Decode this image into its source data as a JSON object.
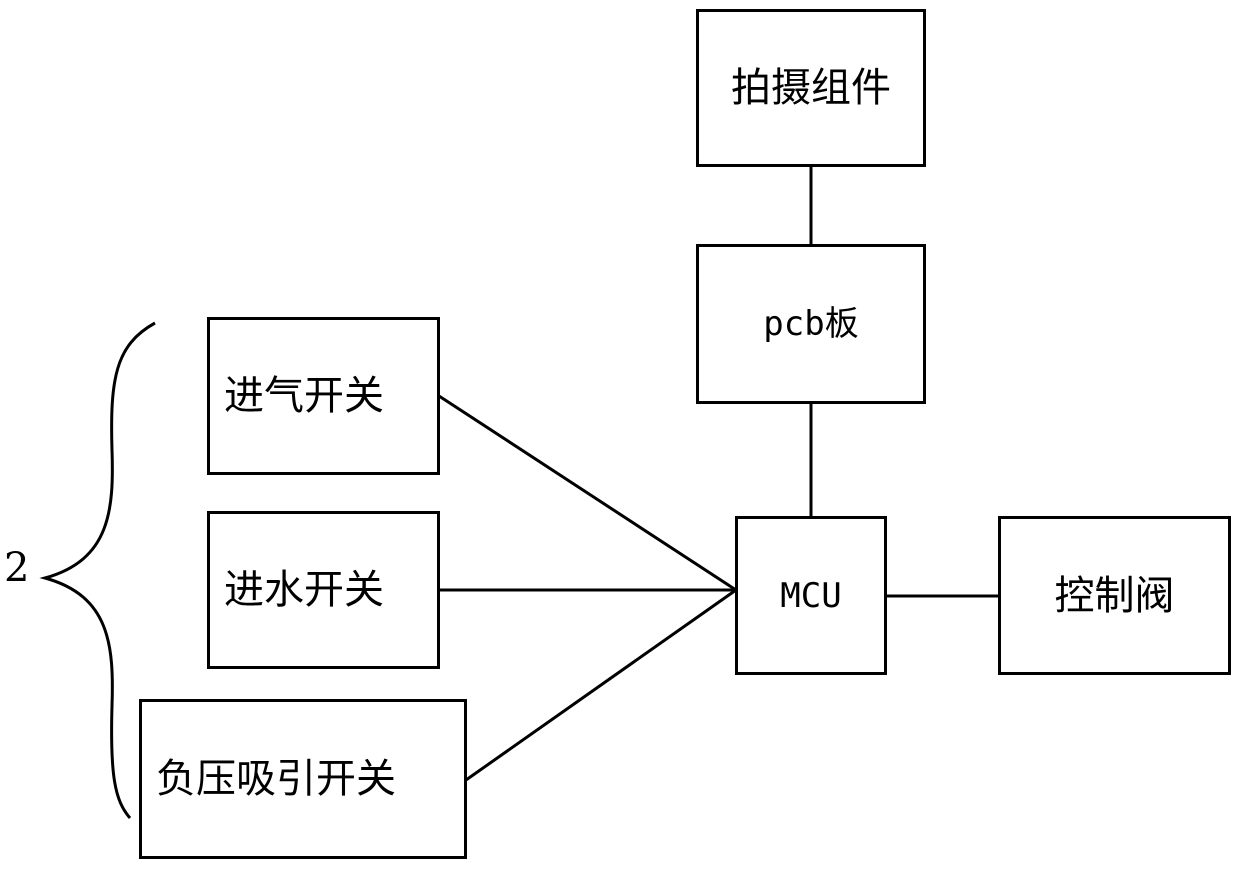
{
  "nodes": {
    "camera": "拍摄组件",
    "pcb": "pcb板",
    "gas_switch": "进气开关",
    "water_switch": "进水开关",
    "suction_switch": "负压吸引开关",
    "mcu": "MCU",
    "valve": "控制阀"
  },
  "group_label": "2"
}
